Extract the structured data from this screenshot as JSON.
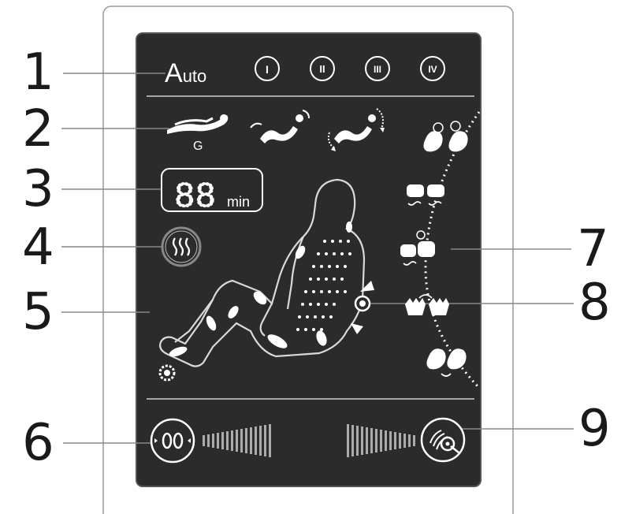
{
  "callouts": [
    "1",
    "2",
    "3",
    "4",
    "5",
    "6",
    "7",
    "8",
    "9"
  ],
  "mode": {
    "auto_label_big": "A",
    "auto_label_small": "uto",
    "programs": [
      "I",
      "II",
      "III",
      "IV"
    ]
  },
  "gravity_label": "G",
  "timer": {
    "digits": "88",
    "unit": "min"
  },
  "icons": {
    "heat": "heat-waves-icon",
    "zero_gravity": "zero-gravity-icon",
    "recline": "recline-icon",
    "lift": "lift-recline-icon",
    "roller_speed": "roller-speed-icon",
    "intensity": "intensity-icon",
    "foot_roller": "foot-roller-icon",
    "kneading": "kneading-hands-icon",
    "tapping": "tapping-hands-icon",
    "knocking": "knocking-hands-icon",
    "shiatsu": "shiatsu-hands-icon",
    "clapping": "clapping-hands-icon"
  },
  "colors": {
    "panel": "#2b2b2b",
    "frame": "#777777",
    "lines": "#cfcfcf",
    "text": "#ffffff"
  }
}
